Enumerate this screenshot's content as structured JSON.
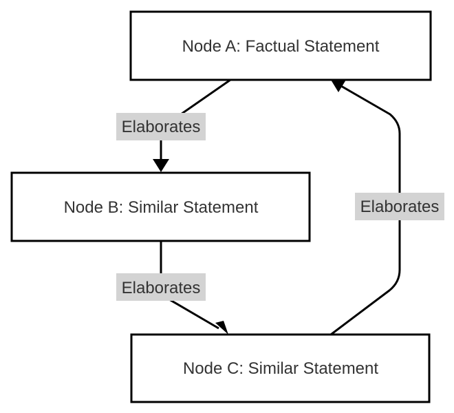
{
  "nodes": {
    "a": {
      "label": "Node A: Factual Statement"
    },
    "b": {
      "label": "Node B: Similar Statement"
    },
    "c": {
      "label": "Node C: Similar Statement"
    }
  },
  "edges": {
    "a_to_b": {
      "from": "a",
      "to": "b",
      "label": "Elaborates"
    },
    "b_to_c": {
      "from": "b",
      "to": "c",
      "label": "Elaborates"
    },
    "c_to_a": {
      "from": "c",
      "to": "a",
      "label": "Elaborates"
    }
  },
  "colors": {
    "edge_label_background": "#d3d3d3",
    "text": "#333333",
    "stroke": "#000000"
  }
}
